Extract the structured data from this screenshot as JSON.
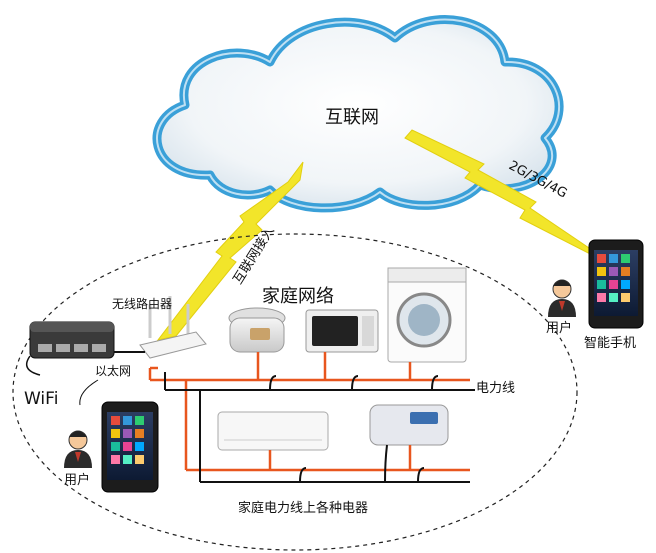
{
  "cloud": {
    "label": "互联网"
  },
  "links": {
    "internet_access": "互联网接入",
    "mobile": "2G/3G/4G"
  },
  "home_network": {
    "title": "家庭网络"
  },
  "devices": {
    "router": "无线路由器",
    "ethernet": "以太网",
    "wifi": "WiFi",
    "user_left": "用户",
    "user_right": "用户",
    "smartphone": "智能手机"
  },
  "power": {
    "line_label": "电力线",
    "bottom_caption": "家庭电力线上各种电器"
  },
  "colors": {
    "cloud_edge": "#3aa0d8",
    "lightning": "#f2e52a",
    "power_line": "#e8561e",
    "wire": "#111111"
  }
}
